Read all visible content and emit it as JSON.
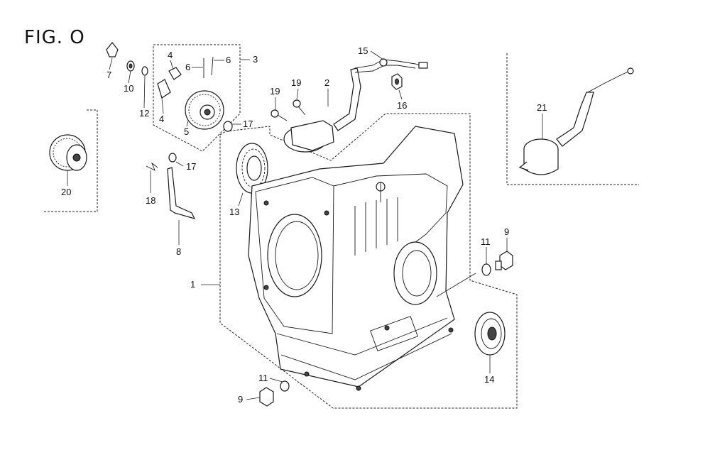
{
  "figure": {
    "title": "FIG. O",
    "callouts": {
      "c1": "1",
      "c2": "2",
      "c3": "3",
      "c4a": "4",
      "c4b": "4",
      "c5": "5",
      "c6a": "6",
      "c6b": "6",
      "c7": "7",
      "c8": "8",
      "c9a": "9",
      "c9b": "9",
      "c10": "10",
      "c11a": "11",
      "c11b": "11",
      "c12": "12",
      "c13": "13",
      "c14": "14",
      "c15": "15",
      "c16": "16",
      "c17a": "17",
      "c17b": "17",
      "c18": "18",
      "c19a": "19",
      "c19b": "19",
      "c20": "20",
      "c21": "21"
    }
  }
}
